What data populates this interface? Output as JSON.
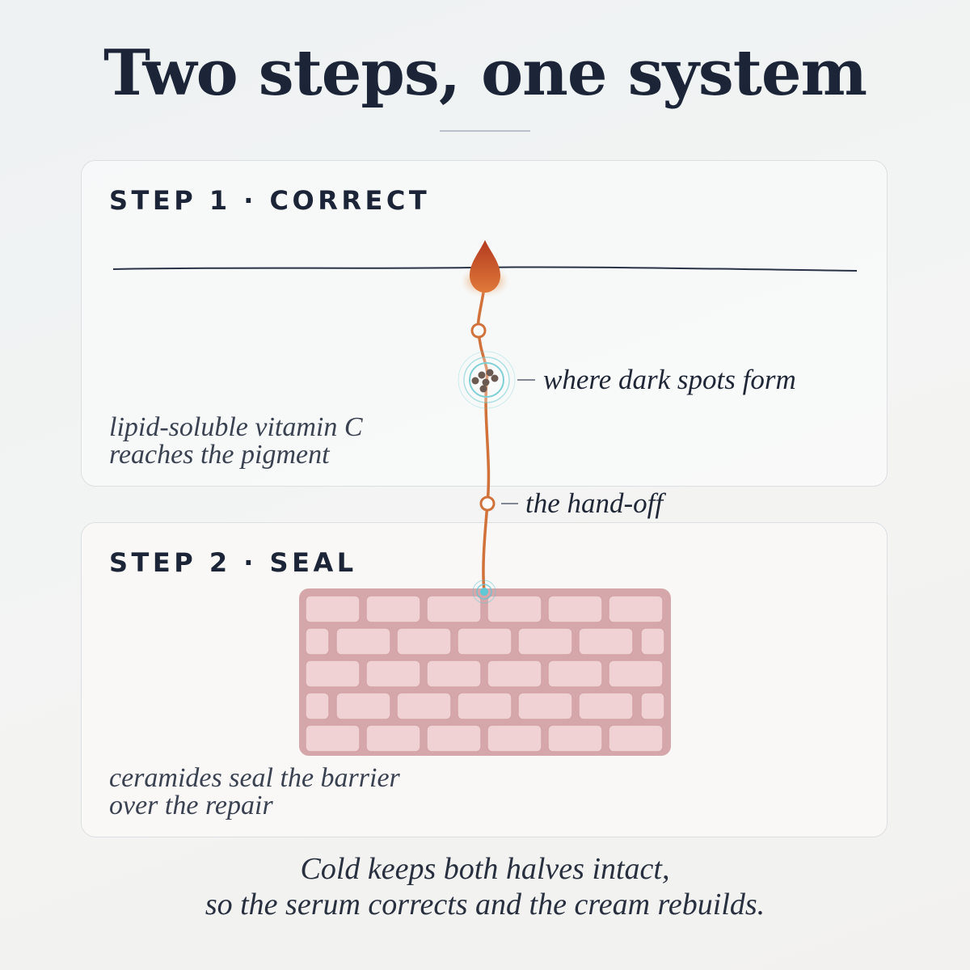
{
  "title": "Two steps, one system",
  "steps": [
    {
      "label": "STEP 1 · CORRECT",
      "note_lines": [
        "lipid-soluble vitamin C",
        "reaches the pigment"
      ]
    },
    {
      "label": "STEP 2 · SEAL",
      "note_lines": [
        "ceramides seal the barrier",
        "over the repair"
      ]
    }
  ],
  "callouts": {
    "dark_spots": "where dark spots form",
    "hand_off": "the hand-off"
  },
  "footer_lines": [
    "Cold keeps both halves intact,",
    "so the serum corrects and the cream rebuilds."
  ],
  "colors": {
    "ink": "#1b2537",
    "path": "#d0723a",
    "drop_top": "#b33a1f",
    "drop_bottom": "#e07a3a",
    "pigment_ring": "#7fd0d6",
    "pigment_dots": "#6b5a52",
    "brick_fill": "#f1d2d4",
    "brick_stroke": "#d3a4a8",
    "mortar": "#d6a7aa",
    "seal_point": "#5fc8d4"
  },
  "icons": {
    "drop": "droplet-icon",
    "pigment": "pigment-cluster-icon",
    "barrier": "brick-barrier-icon"
  }
}
